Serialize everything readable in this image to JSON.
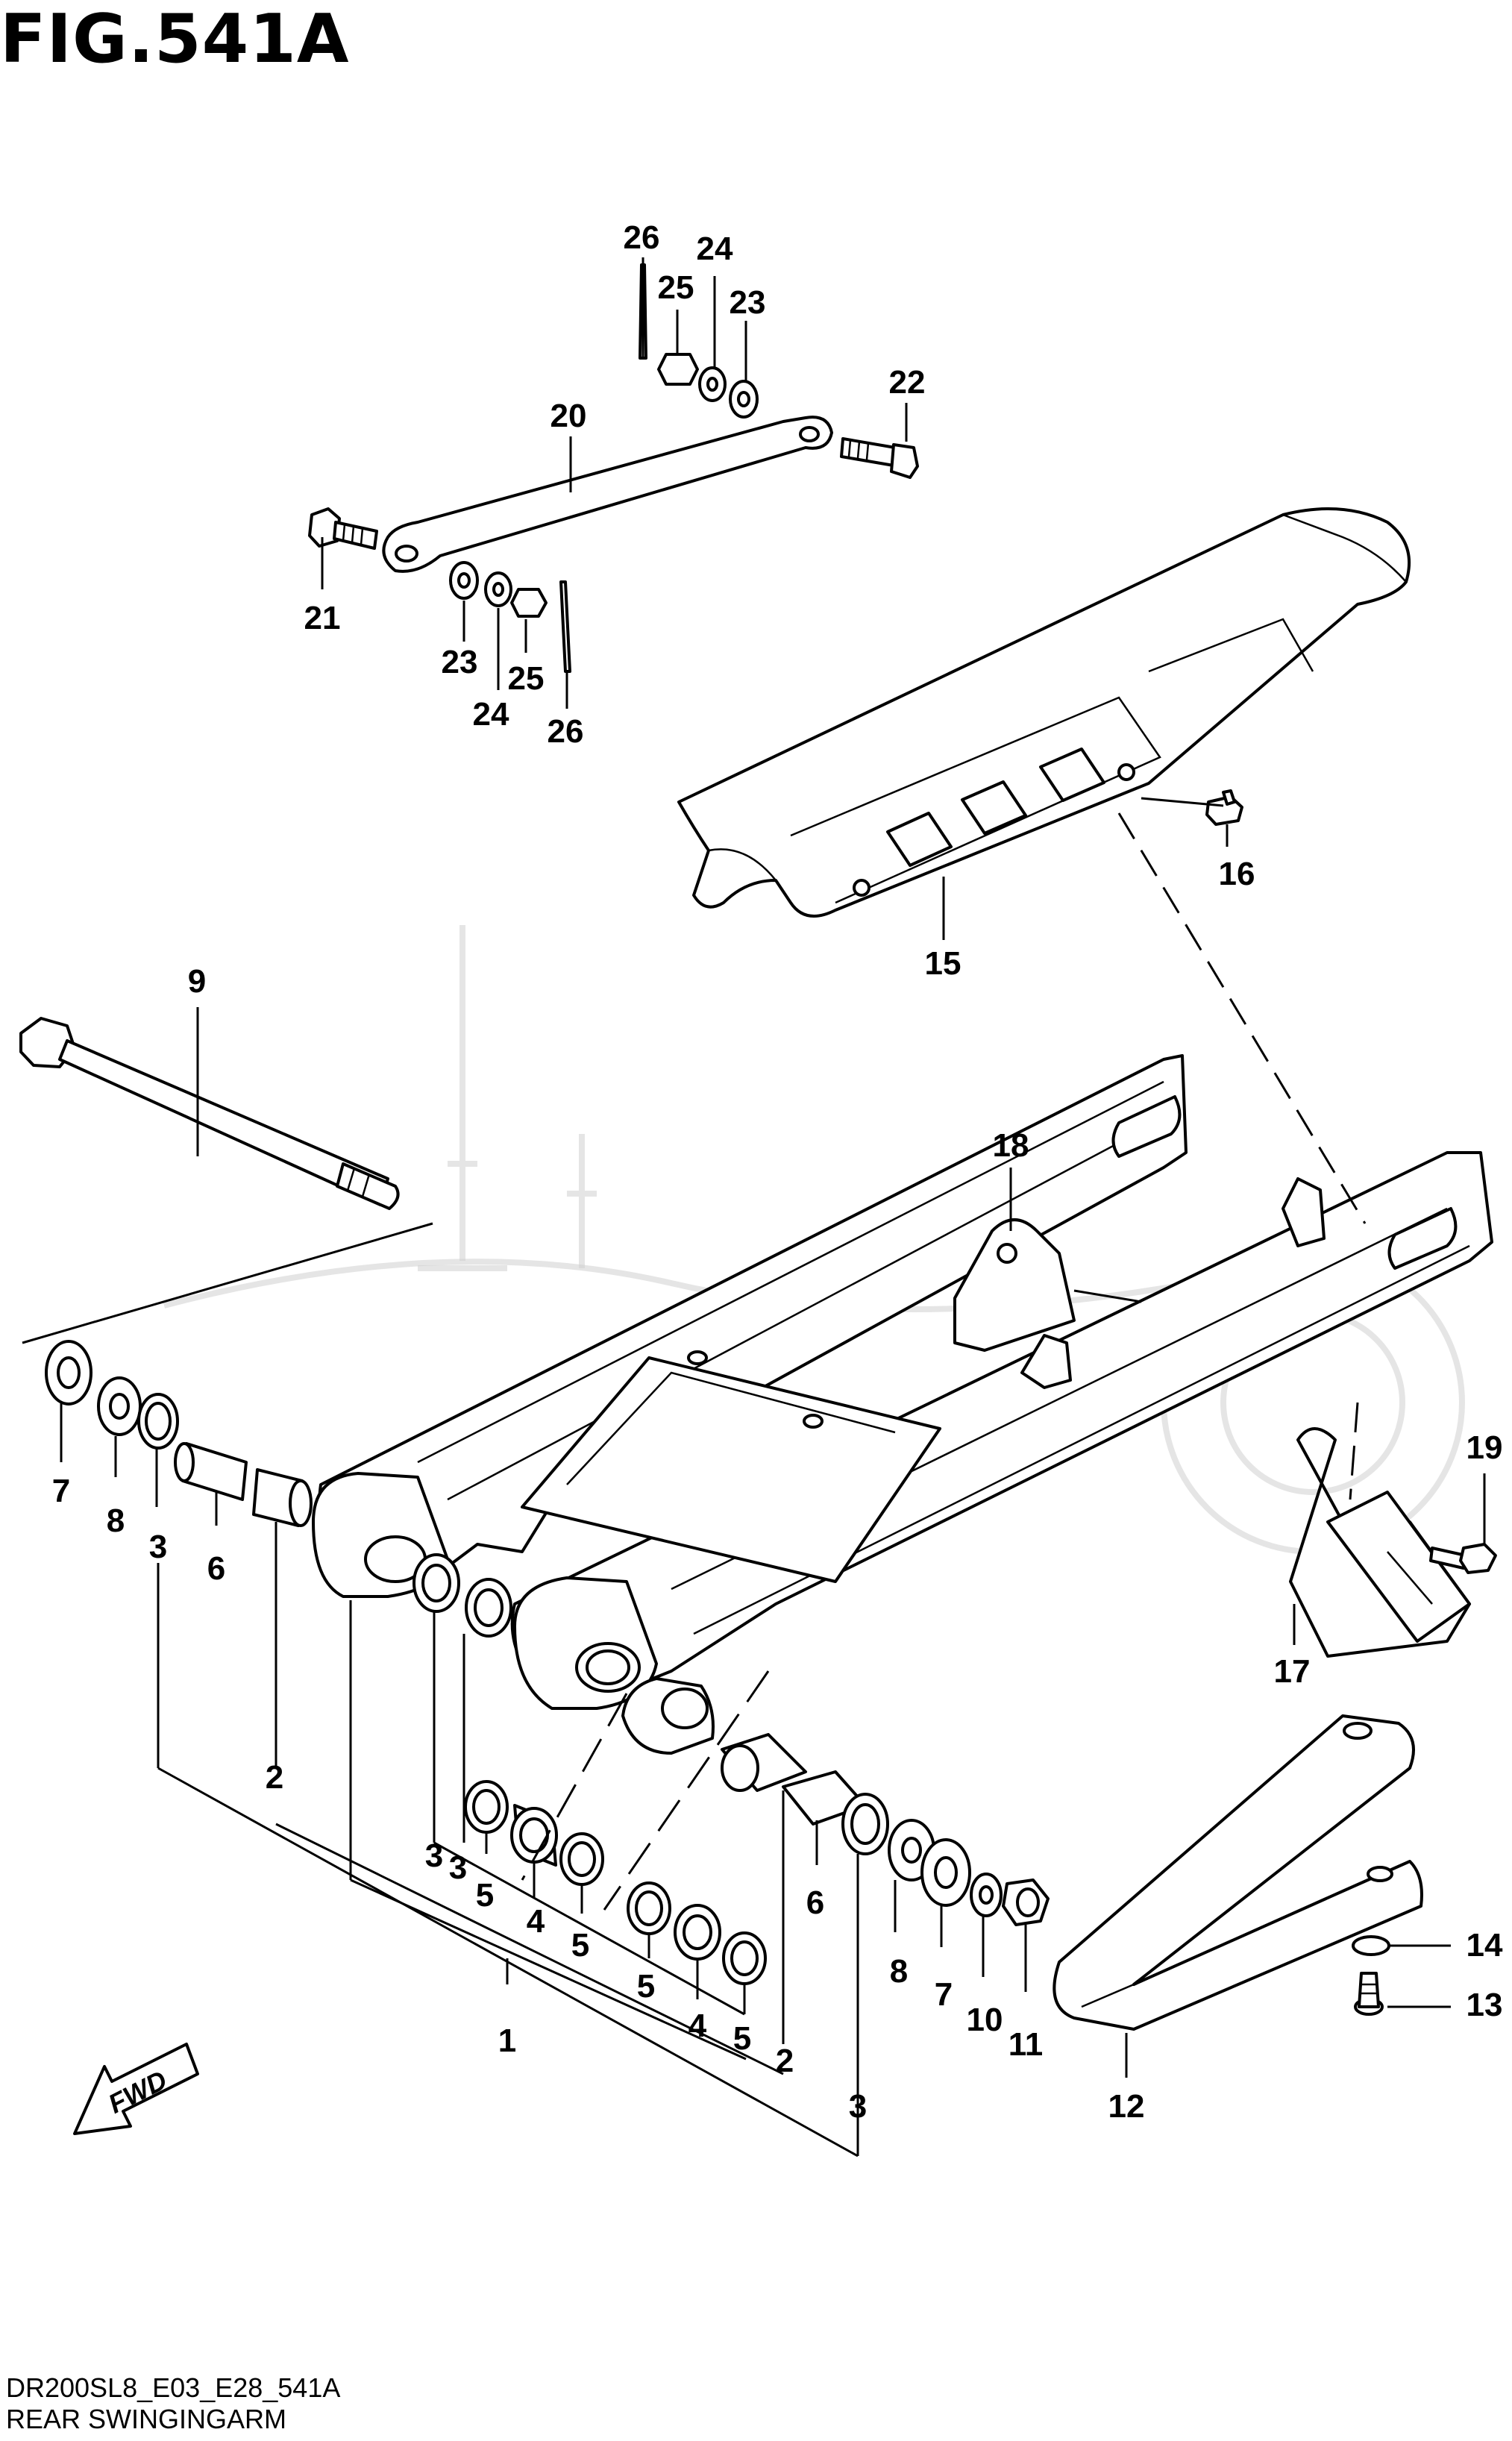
{
  "figure": {
    "title": "FIG.541A"
  },
  "footer": {
    "code": "DR200SL8_E03_E28_541A",
    "caption": "REAR SWINGINGARM"
  },
  "fwd_label": "FWD",
  "callouts": {
    "c26a": "26",
    "c24a": "24",
    "c25a": "25",
    "c23a": "23",
    "c22": "22",
    "c20": "20",
    "c21": "21",
    "c23b": "23",
    "c24b": "24",
    "c25b": "25",
    "c26b": "26",
    "c15": "15",
    "c16": "16",
    "c9": "9",
    "c18": "18",
    "c19": "19",
    "c17": "17",
    "c7a": "7",
    "c8a": "8",
    "c3a": "3",
    "c6a": "6",
    "c2a": "2",
    "c3b": "3",
    "c3c": "3",
    "c5a": "5",
    "c4a": "4",
    "c5b": "5",
    "c1": "1",
    "c5c": "5",
    "c4b": "4",
    "c5d": "5",
    "c2b": "2",
    "c3d": "3",
    "c6b": "6",
    "c8b": "8",
    "c7b": "7",
    "c10": "10",
    "c11": "11",
    "c12": "12",
    "c14": "14",
    "c13": "13"
  }
}
